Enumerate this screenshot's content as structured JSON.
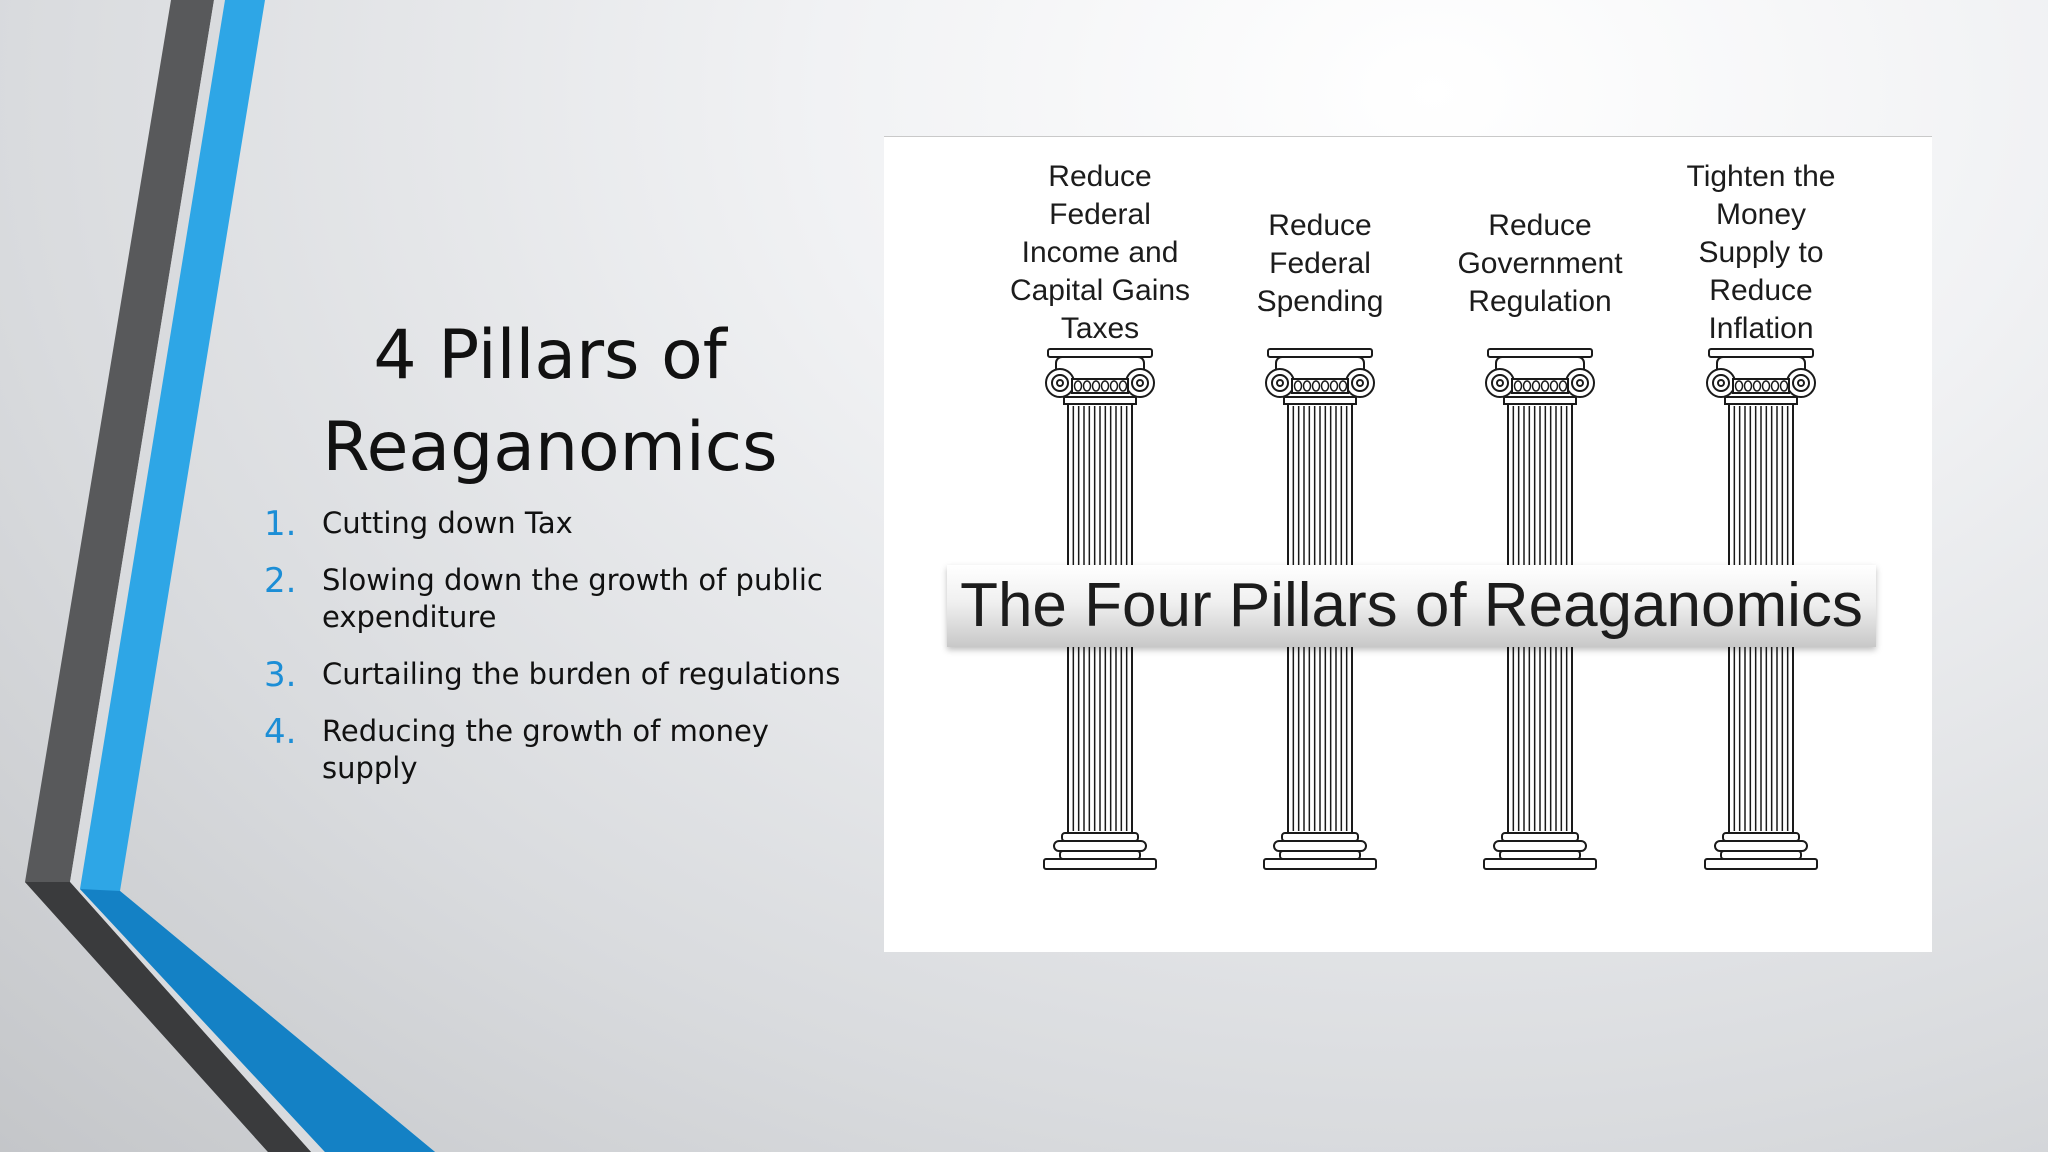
{
  "slide": {
    "title_lines": [
      "4 Pillars of",
      "Reaganomics"
    ],
    "items": [
      {
        "number": "1.",
        "text": "Cutting down Tax"
      },
      {
        "number": "2.",
        "text": "Slowing down the growth of public expenditure"
      },
      {
        "number": "3.",
        "text": "Curtailing the burden of regulations"
      },
      {
        "number": "4.",
        "text": "Reducing the growth of money supply"
      }
    ],
    "accent_color": "#1c8ed6"
  },
  "figure": {
    "banner_text": "The Four Pillars of Reaganomics",
    "pillars": [
      {
        "label": "Reduce\nFederal\nIncome and\nCapital Gains\nTaxes"
      },
      {
        "label": "Reduce\nFederal\nSpending"
      },
      {
        "label": "Reduce\nGovernment\nRegulation"
      },
      {
        "label": "Tighten the\nMoney\nSupply to\nReduce\nInflation"
      }
    ]
  }
}
